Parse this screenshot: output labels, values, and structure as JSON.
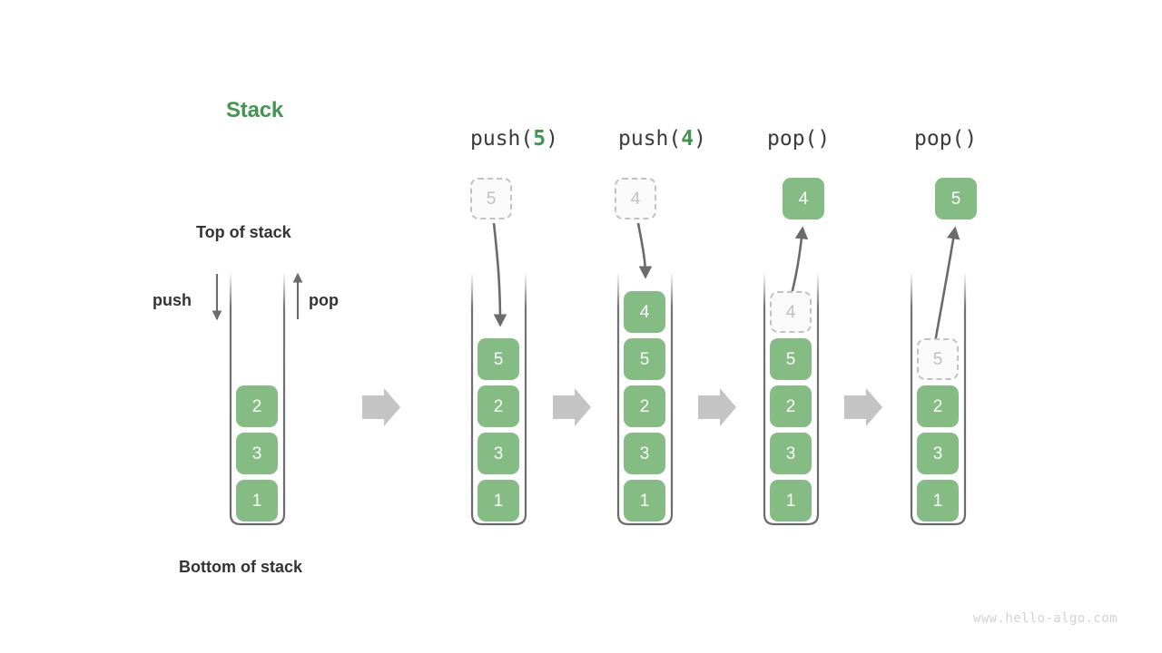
{
  "title": "Stack",
  "labels": {
    "top_of_stack": "Top of stack",
    "bottom_of_stack": "Bottom of stack",
    "push": "push",
    "pop": "pop"
  },
  "watermark": "www.hello-algo.com",
  "colors": {
    "element_fill": "#85bc84",
    "element_text": "#ffffff",
    "ghost_fill": "#fafafa",
    "ghost_border": "#c2c2c2",
    "ghost_text": "#c0c0c0",
    "accent_green": "#42964f",
    "label_text": "#333333",
    "arrow_gray": "#6b6b6b",
    "block_arrow_gray": "#c4c4c4",
    "container_outline": "#5a5a5a",
    "watermark_text": "#d2d2d2"
  },
  "steps": [
    {
      "id": "initial",
      "op_label_parts": null,
      "stack": [
        "2",
        "3",
        "1"
      ],
      "ghost_in_stack": null,
      "ghost_above": null,
      "floating_above": null,
      "motion": null
    },
    {
      "id": "push-5",
      "op_label_parts": {
        "fn": "push(",
        "arg": "5",
        "close": ")"
      },
      "op_label_text": "push(5)",
      "stack": [
        "5",
        "2",
        "3",
        "1"
      ],
      "ghost_in_stack": null,
      "ghost_above": "5",
      "floating_above": null,
      "motion": "down"
    },
    {
      "id": "push-4",
      "op_label_parts": {
        "fn": "push(",
        "arg": "4",
        "close": ")"
      },
      "op_label_text": "push(4)",
      "stack": [
        "4",
        "5",
        "2",
        "3",
        "1"
      ],
      "ghost_in_stack": null,
      "ghost_above": "4",
      "floating_above": null,
      "motion": "down"
    },
    {
      "id": "pop-1",
      "op_label_parts": {
        "fn": "pop(",
        "arg": "",
        "close": ")"
      },
      "op_label_text": "pop()",
      "stack": [
        "5",
        "2",
        "3",
        "1"
      ],
      "ghost_in_stack": "4",
      "ghost_above": null,
      "floating_above": "4",
      "motion": "up"
    },
    {
      "id": "pop-2",
      "op_label_parts": {
        "fn": "pop(",
        "arg": "",
        "close": ")"
      },
      "op_label_text": "pop()",
      "stack": [
        "2",
        "3",
        "1"
      ],
      "ghost_in_stack": "5",
      "ghost_above": null,
      "floating_above": "5",
      "motion": "up"
    }
  ],
  "cells": {
    "c0": [
      "2",
      "3",
      "1"
    ],
    "c1": [
      "5",
      "2",
      "3",
      "1"
    ],
    "c2": [
      "4",
      "5",
      "2",
      "3",
      "1"
    ],
    "c3_ghost": "4",
    "c3": [
      "5",
      "2",
      "3",
      "1"
    ],
    "c3_float": "4",
    "c4_ghost": "5",
    "c4": [
      "2",
      "3",
      "1"
    ],
    "c4_float": "5",
    "c1_ghost_above": "5",
    "c2_ghost_above": "4"
  }
}
